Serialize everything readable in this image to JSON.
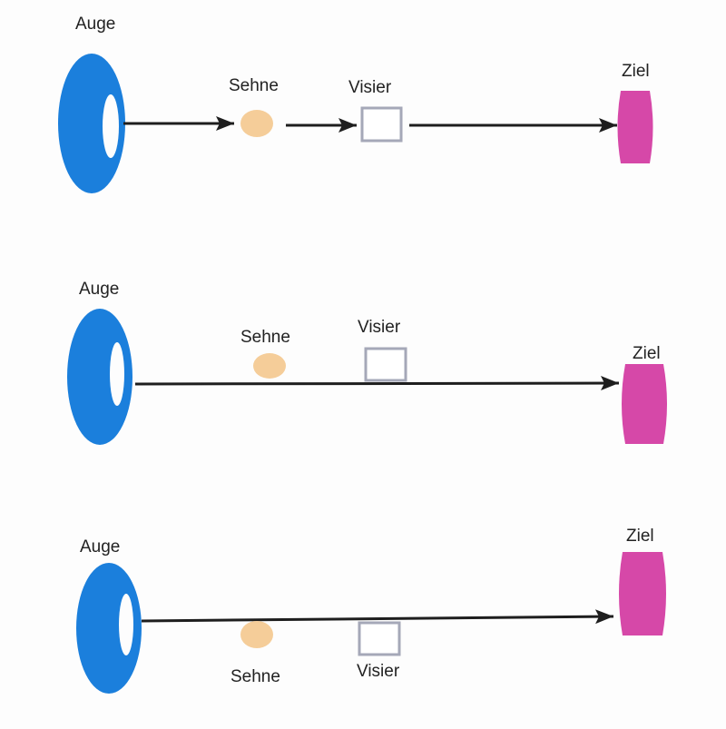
{
  "colors": {
    "eye": "#1b7fdc",
    "string": "#f5cd99",
    "sight_stroke": "#a5a8b8",
    "target": "#d648a8",
    "line": "#1e1e1e"
  },
  "panels": [
    {
      "id": "panel-1",
      "labels": {
        "eye": "Auge",
        "string": "Sehne",
        "sight": "Visier",
        "target": "Ziel"
      },
      "description": "Eye, string, sight and target aligned in one line with arrows between each"
    },
    {
      "id": "panel-2",
      "labels": {
        "eye": "Auge",
        "string": "Sehne",
        "sight": "Visier",
        "target": "Ziel"
      },
      "description": "Sight line passes below string and sight"
    },
    {
      "id": "panel-3",
      "labels": {
        "eye": "Auge",
        "string": "Sehne",
        "sight": "Visier",
        "target": "Ziel"
      },
      "description": "Sight line passes above string and sight"
    }
  ]
}
